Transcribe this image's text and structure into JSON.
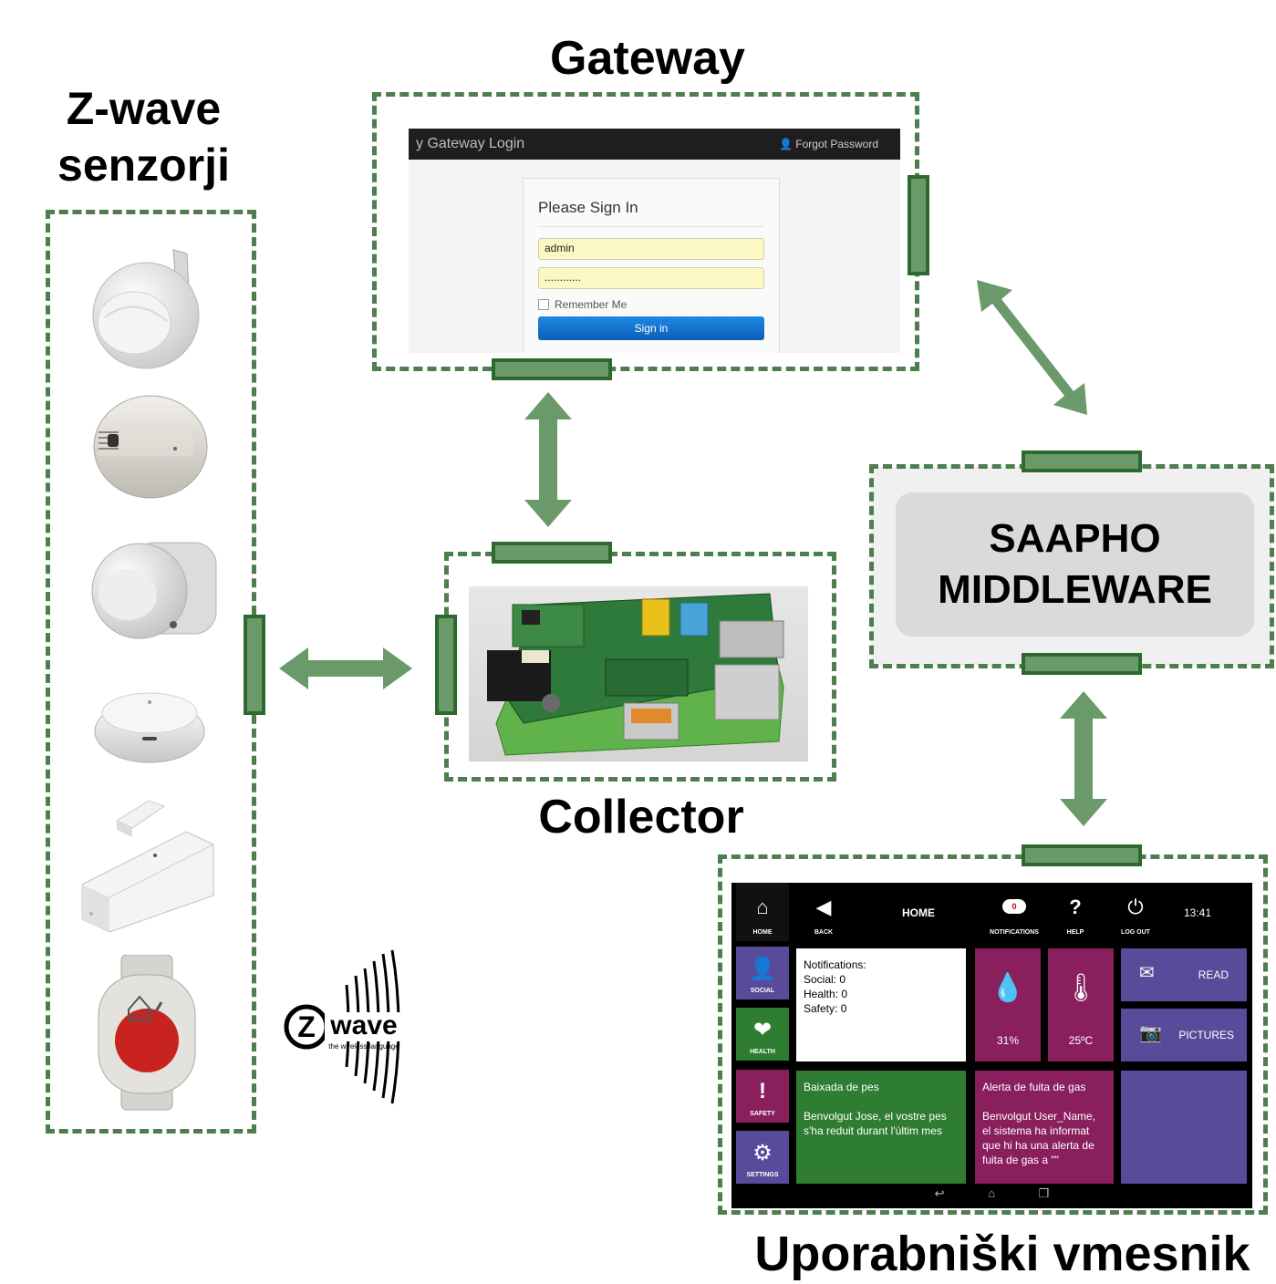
{
  "labels": {
    "zwave_title_line1": "Z-wave",
    "zwave_title_line2": "senzorji",
    "gateway_title": "Gateway",
    "collector_title": "Collector",
    "middleware_line1": "SAAPHO",
    "middleware_line2": "MIDDLEWARE",
    "ui_title": "Uporabniški vmesnik"
  },
  "gateway_screen": {
    "header_title": "y Gateway Login",
    "forgot_link": "Forgot Password",
    "panel_title": "Please Sign In",
    "username_value": "admin",
    "password_value": "............",
    "remember_label": "Remember Me",
    "signin_button": "Sign in"
  },
  "zwave_logo": {
    "wordmark": "wave",
    "tagline": "the wireless language"
  },
  "tablet": {
    "top_bar": {
      "home": "HOME",
      "back": "BACK",
      "page_title": "HOME",
      "notifications": "NOTIFICATIONS",
      "notifications_count": "0",
      "help": "HELP",
      "help_icon": "?",
      "logout": "LOG OUT",
      "time": "13:41"
    },
    "side_menu": [
      "SOCIAL",
      "HEALTH",
      "SAFETY",
      "SETTINGS"
    ],
    "notifications_box": [
      "Notifications:",
      "Social: 0",
      "Health: 0",
      "Safety: 0"
    ],
    "humidity": "31%",
    "temperature": "25ºC",
    "read_label": "READ",
    "pictures_label": "PICTURES",
    "message1": {
      "title": "Baixada de pes",
      "body": "Benvolgut Jose, el vostre pes s'ha reduit durant l'últim mes"
    },
    "message2": {
      "title": "Alerta de fuita de gas",
      "body": "Benvolgut User_Name, el sistema ha informat que hi ha una alerta de fuita de gas a \"\""
    }
  },
  "colors": {
    "dash_green": "#4e7d4e",
    "arrow_green": "#6a9a6a",
    "tile_purple": "#5a4b9a",
    "tile_green": "#2e7d32",
    "tile_magenta": "#8a1f5e"
  }
}
